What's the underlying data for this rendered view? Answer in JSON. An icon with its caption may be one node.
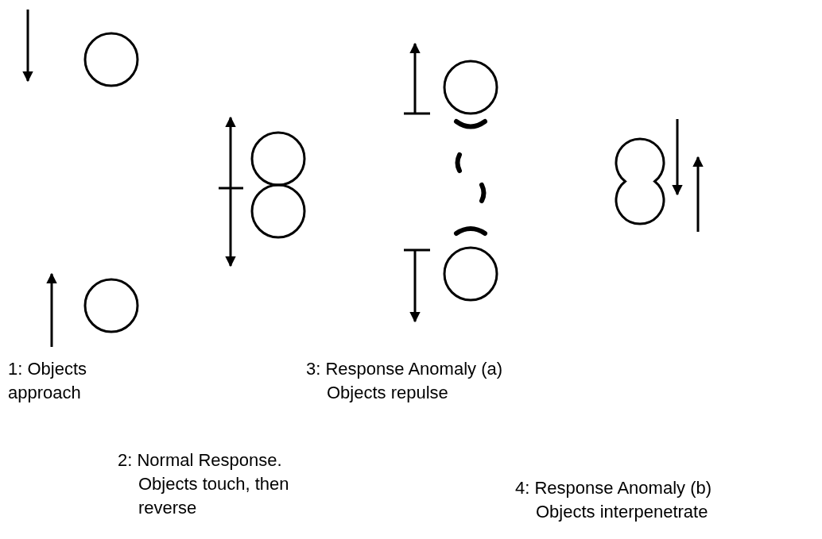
{
  "diagram": {
    "labels": [
      "1: Objects approach",
      "3: Response Anomaly (a) Objects repulse",
      "2: Normal Response. Objects touch, then reverse",
      "4: Response Anomaly (b) Objects interpenetrate"
    ]
  }
}
